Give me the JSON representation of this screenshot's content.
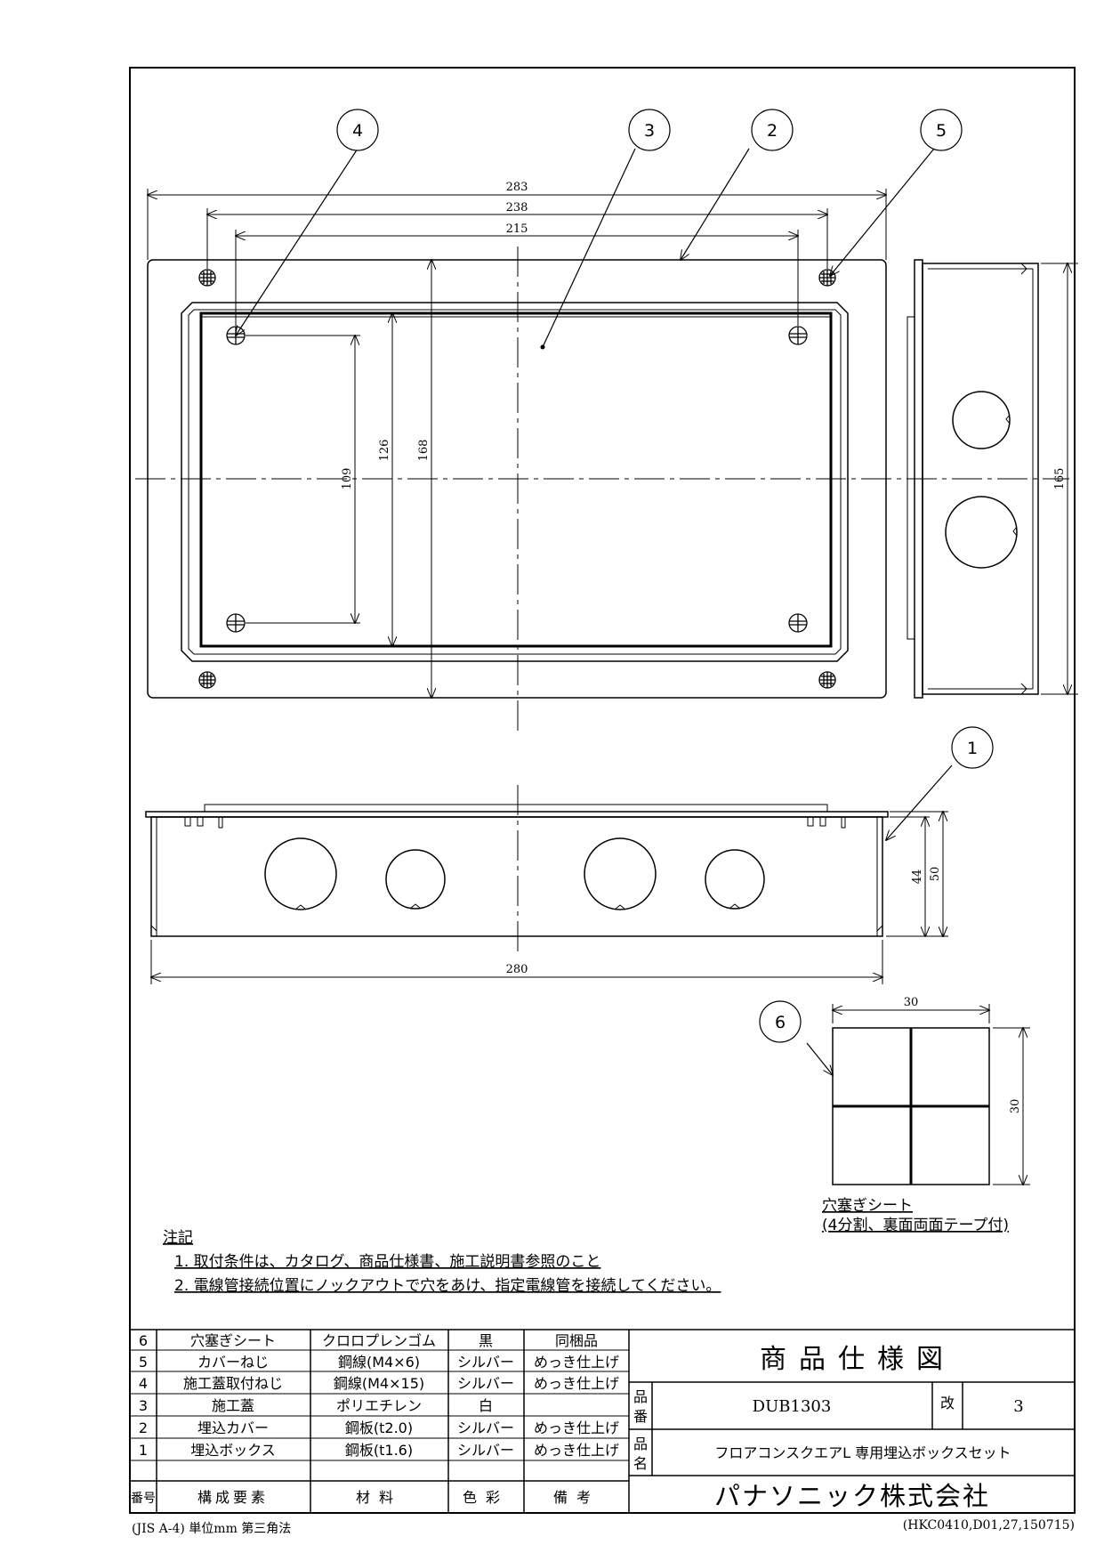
{
  "balloons": {
    "b1": "1",
    "b2": "2",
    "b3": "3",
    "b4": "4",
    "b5": "5",
    "b6": "6"
  },
  "dims": {
    "d283": "283",
    "d238": "238",
    "d215": "215",
    "d109": "109",
    "d126": "126",
    "d168": "168",
    "d165": "165",
    "d44": "44",
    "d50": "50",
    "d280": "280",
    "d30a": "30",
    "d30b": "30"
  },
  "sheet_label": {
    "line1": "穴塞ぎシート",
    "line2": "(4分割、裏面両面テープ付)"
  },
  "notes": {
    "heading": "注記",
    "n1": "1. 取付条件は、カタログ、商品仕様書、施工説明書参照のこと",
    "n2": "2. 電線管接続位置にノックアウトで穴をあけ、指定電線管を接続してください。"
  },
  "parts": [
    {
      "no": "6",
      "name": "穴塞ぎシート",
      "material": "クロロプレンゴム",
      "color": "黒",
      "remark": "同梱品"
    },
    {
      "no": "5",
      "name": "カバーねじ",
      "material": "鋼線(M4×6)",
      "color": "シルバー",
      "remark": "めっき仕上げ"
    },
    {
      "no": "4",
      "name": "施工蓋取付ねじ",
      "material": "鋼線(M4×15)",
      "color": "シルバー",
      "remark": "めっき仕上げ"
    },
    {
      "no": "3",
      "name": "施工蓋",
      "material": "ポリエチレン",
      "color": "白",
      "remark": ""
    },
    {
      "no": "2",
      "name": "埋込カバー",
      "material": "鋼板(t2.0)",
      "color": "シルバー",
      "remark": "めっき仕上げ"
    },
    {
      "no": "1",
      "name": "埋込ボックス",
      "material": "鋼板(t1.6)",
      "color": "シルバー",
      "remark": "めっき仕上げ"
    }
  ],
  "table_header": {
    "no": "番号",
    "name": "構成要素",
    "material": "材料",
    "color": "色彩",
    "remark": "備考"
  },
  "title_block": {
    "title": "商品仕様図",
    "part_no_label_1": "品",
    "part_no_label_2": "番",
    "part_no": "DUB1303",
    "rev_label": "改",
    "rev": "3",
    "name_label_1": "品",
    "name_label_2": "名",
    "product_name": "フロアコンスクエアL 専用埋込ボックスセット",
    "company": "パナソニック株式会社"
  },
  "footer": {
    "left": "(JIS A-4) 単位mm 第三角法",
    "right": "(HKC0410,D01,27,150715)"
  }
}
